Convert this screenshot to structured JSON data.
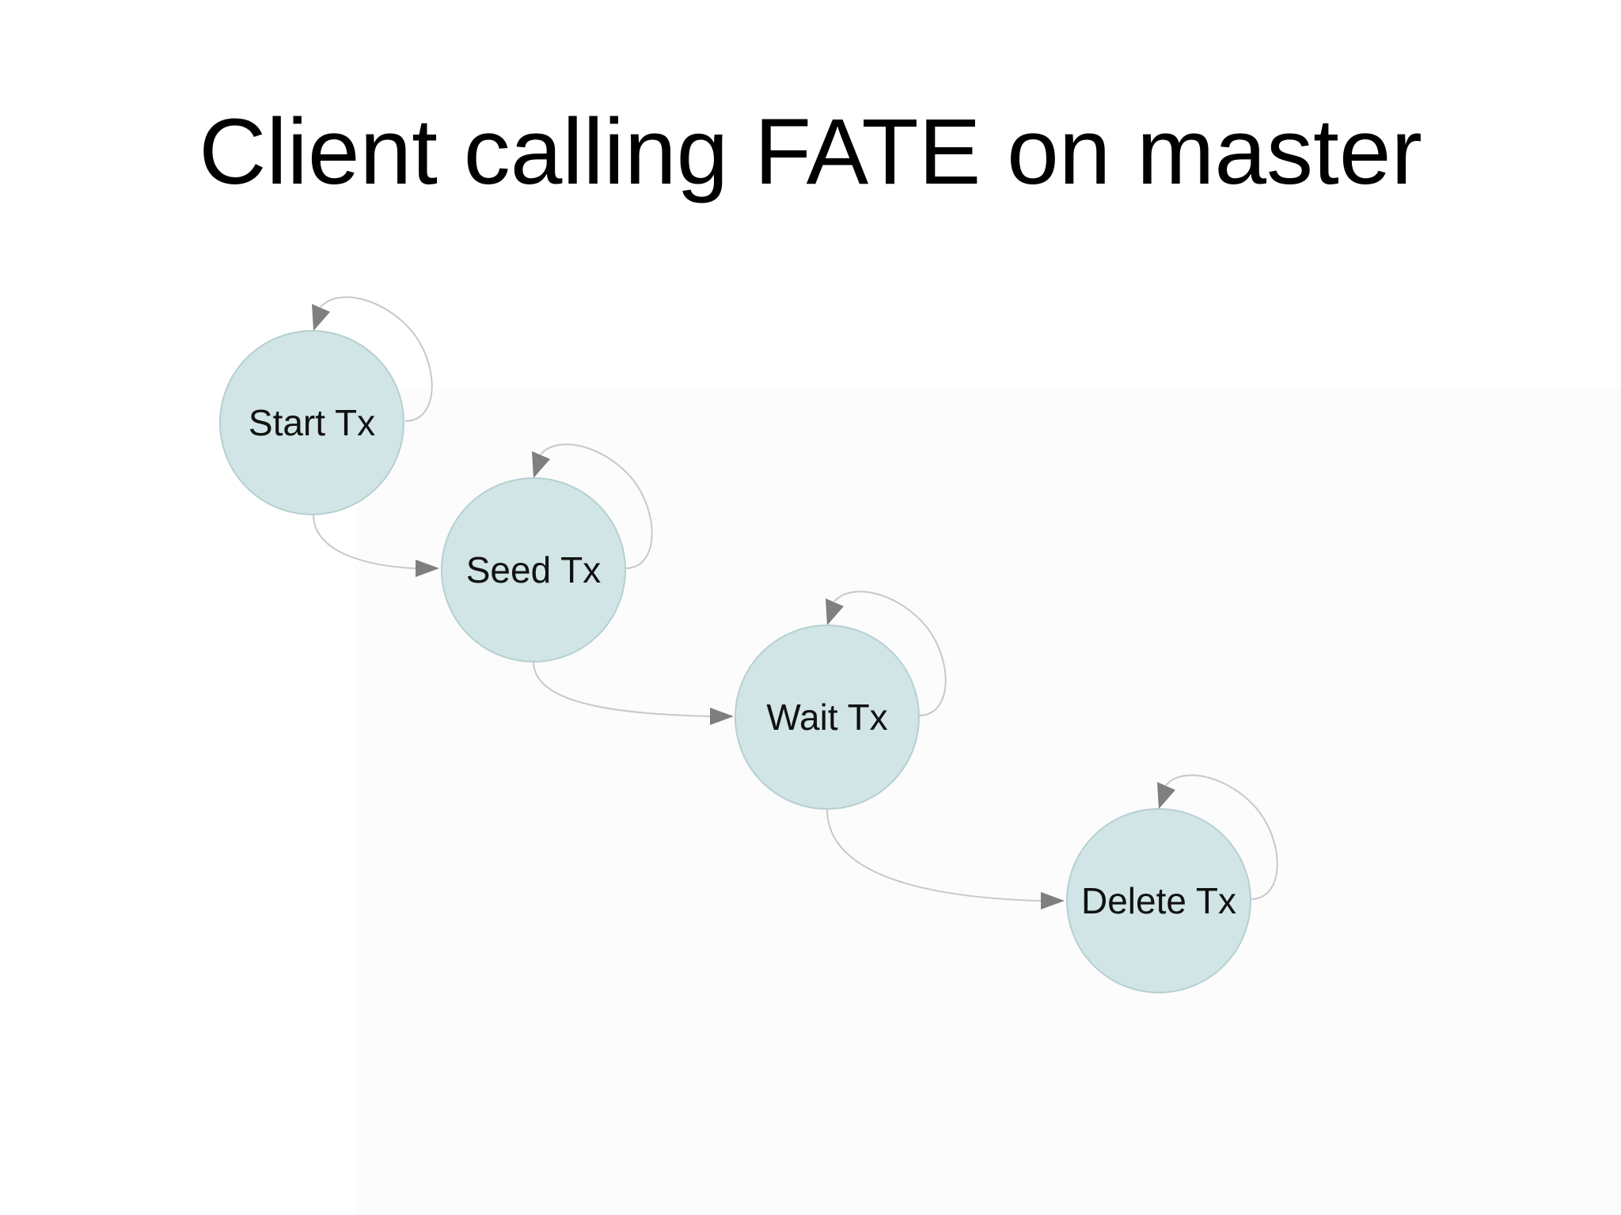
{
  "title": "Client calling FATE on master",
  "diagram": {
    "nodes": [
      {
        "id": "start",
        "label": "Start Tx",
        "has_self_loop": true
      },
      {
        "id": "seed",
        "label": "Seed Tx",
        "has_self_loop": true
      },
      {
        "id": "wait",
        "label": "Wait Tx",
        "has_self_loop": true
      },
      {
        "id": "delete",
        "label": "Delete Tx",
        "has_self_loop": true
      }
    ],
    "edges": [
      {
        "from": "start",
        "to": "seed"
      },
      {
        "from": "seed",
        "to": "wait"
      },
      {
        "from": "wait",
        "to": "delete"
      }
    ]
  },
  "colors": {
    "node_fill": "#d1e5e6",
    "node_stroke": "#b7cfd0",
    "edge_stroke": "#c8c8c8",
    "arrowhead": "#7f7f7f",
    "text": "#000000"
  }
}
